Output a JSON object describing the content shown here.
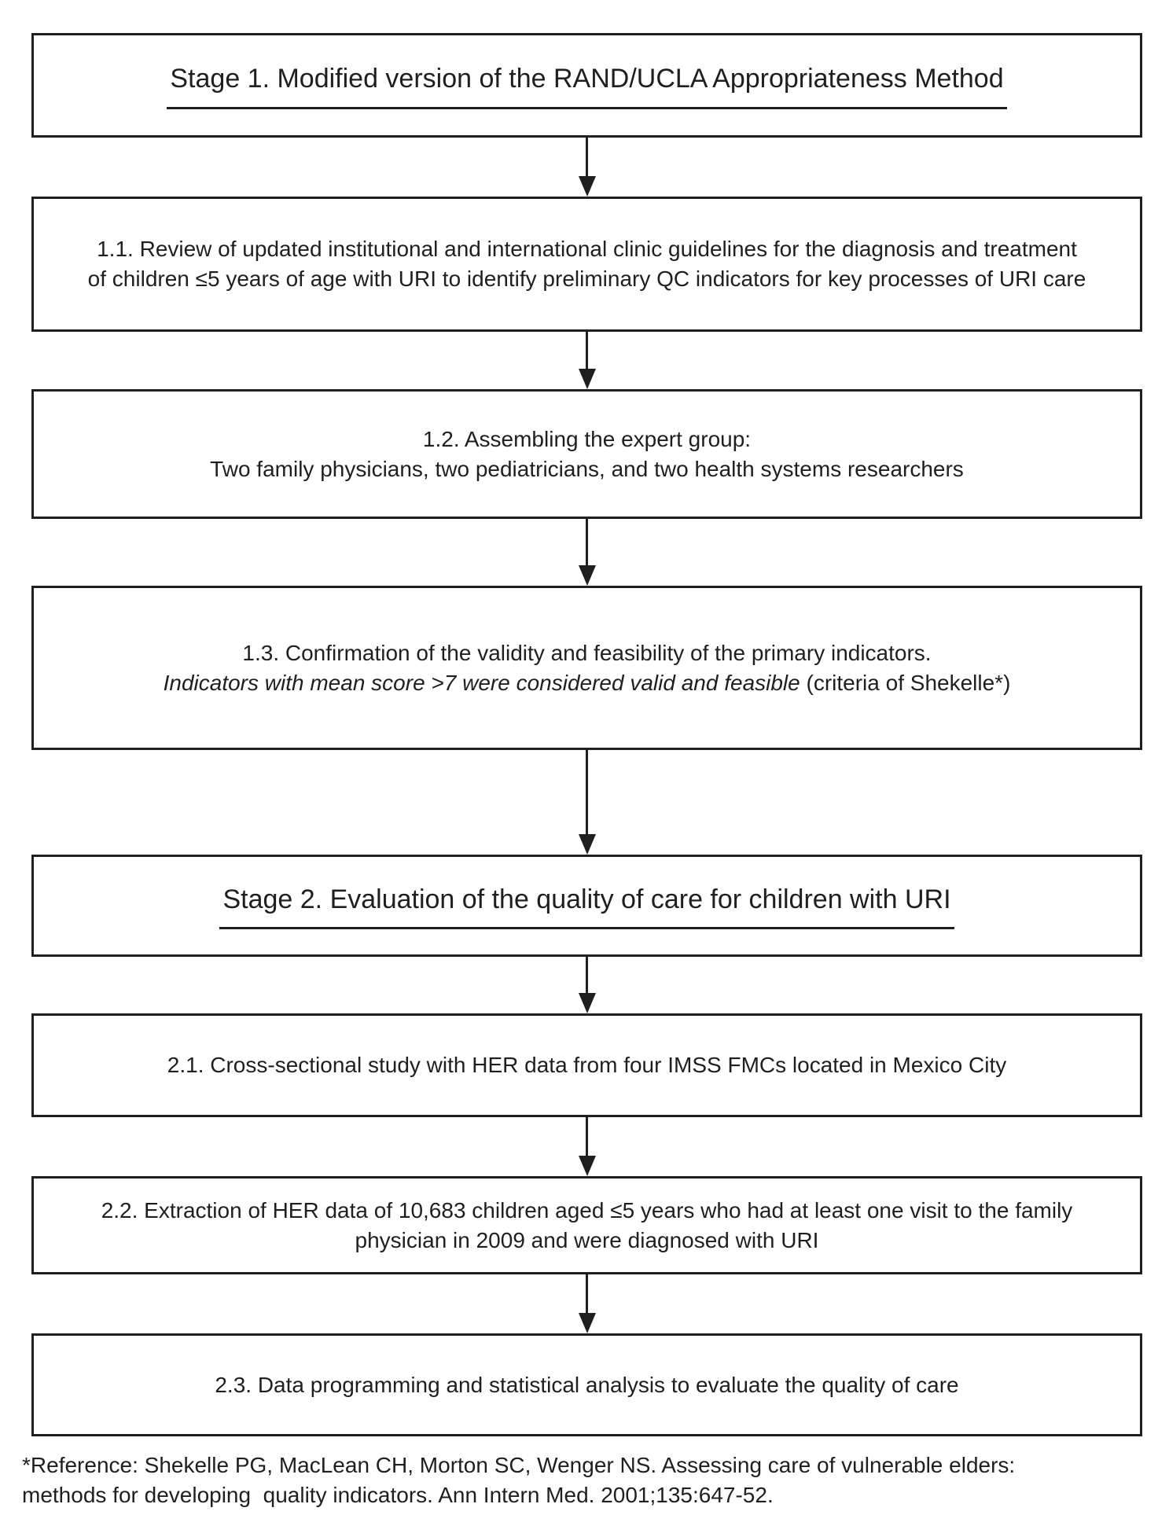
{
  "figure": {
    "type": "flowchart",
    "colors": {
      "ink": "#1f1f1f",
      "background": "#ffffff"
    },
    "icons": {
      "arrowhead_down": "filled-down-triangle"
    },
    "stage1": {
      "title": "Stage 1. Modified version of the RAND/UCLA Appropriateness Method"
    },
    "step_1_1": {
      "line1": "1.1. Review of updated institutional and international clinic guidelines for the diagnosis and treatment",
      "line2": "of children ≤5 years of age with URI to identify preliminary QC indicators for key processes of URI care"
    },
    "step_1_2": {
      "line1": "1.2. Assembling the expert group:",
      "line2": "Two family physicians, two pediatricians, and two health systems researchers"
    },
    "step_1_3": {
      "line1": "1.3. Confirmation of the validity and feasibility of the primary indicators.",
      "line2_italic": "Indicators with mean score >7 were considered valid and feasible",
      "line2_regular": " (criteria of Shekelle*)"
    },
    "stage2": {
      "title": "Stage 2. Evaluation of the quality of care for children with URI"
    },
    "step_2_1": {
      "line1": "2.1. Cross-sectional study with HER data from four IMSS FMCs located in Mexico City"
    },
    "step_2_2": {
      "line1": "2.2. Extraction of HER data of 10,683 children aged ≤5 years who had at least one visit to the family",
      "line2": "physician in 2009 and were diagnosed with URI"
    },
    "step_2_3": {
      "line1": "2.3. Data programming and statistical analysis to evaluate the quality of care"
    },
    "footnote": {
      "line1": "*Reference: Shekelle PG, MacLean CH, Morton SC, Wenger NS. Assessing care of vulnerable elders:",
      "line2": "methods for developing  quality indicators. Ann Intern Med. 2001;135:647-52."
    }
  }
}
